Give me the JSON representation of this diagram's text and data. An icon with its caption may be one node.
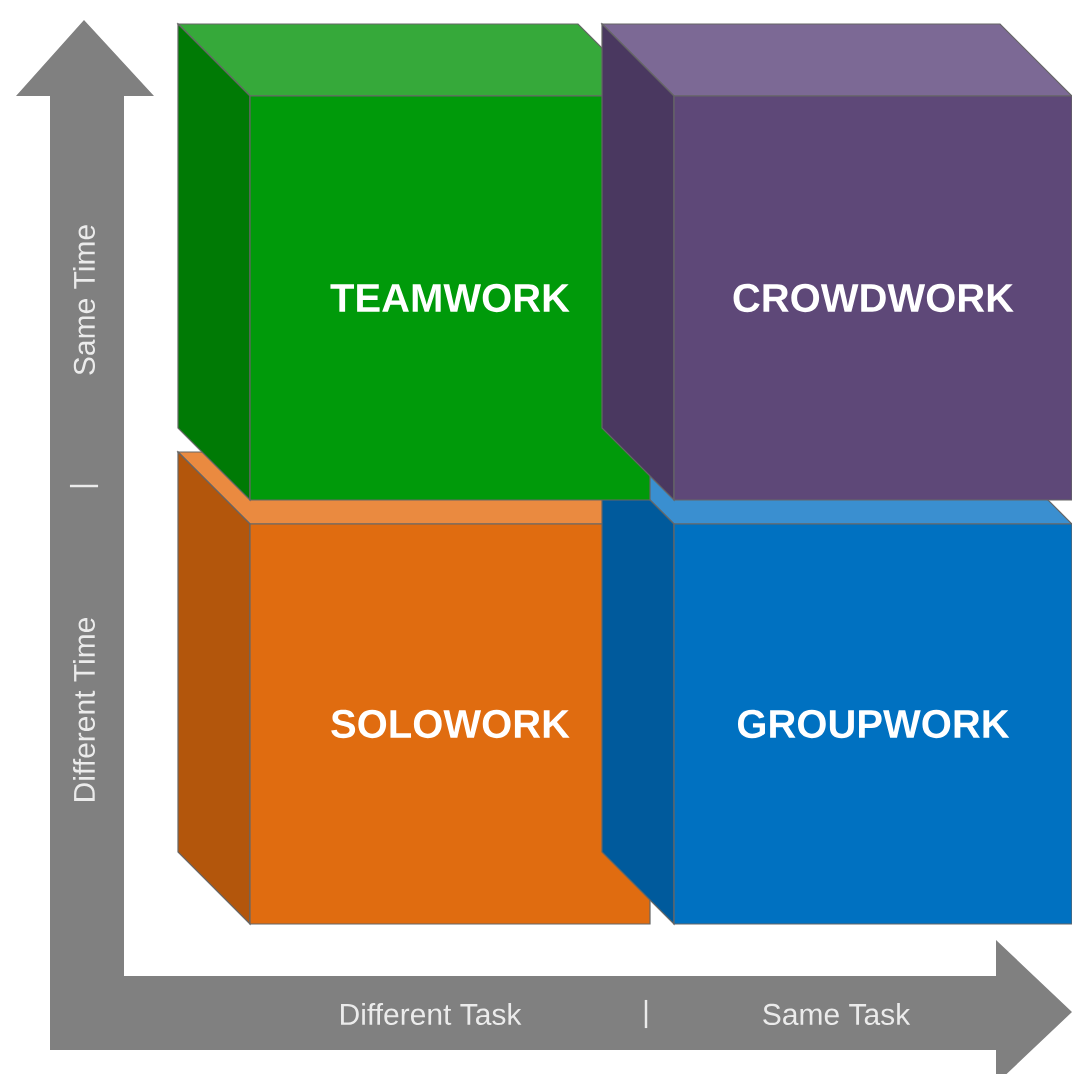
{
  "diagram": {
    "nodes": [
      {
        "text": [
          "TEAMWORK"
        ]
      },
      {
        "text": [
          "CROWDWORK"
        ]
      },
      {
        "text": [
          "SOLOWORK"
        ]
      },
      {
        "text": [
          "GROUPWORK"
        ]
      }
    ],
    "labels": [
      "Same Time",
      "|",
      "Different Time",
      "Different Task",
      "|",
      "Same Task"
    ]
  }
}
